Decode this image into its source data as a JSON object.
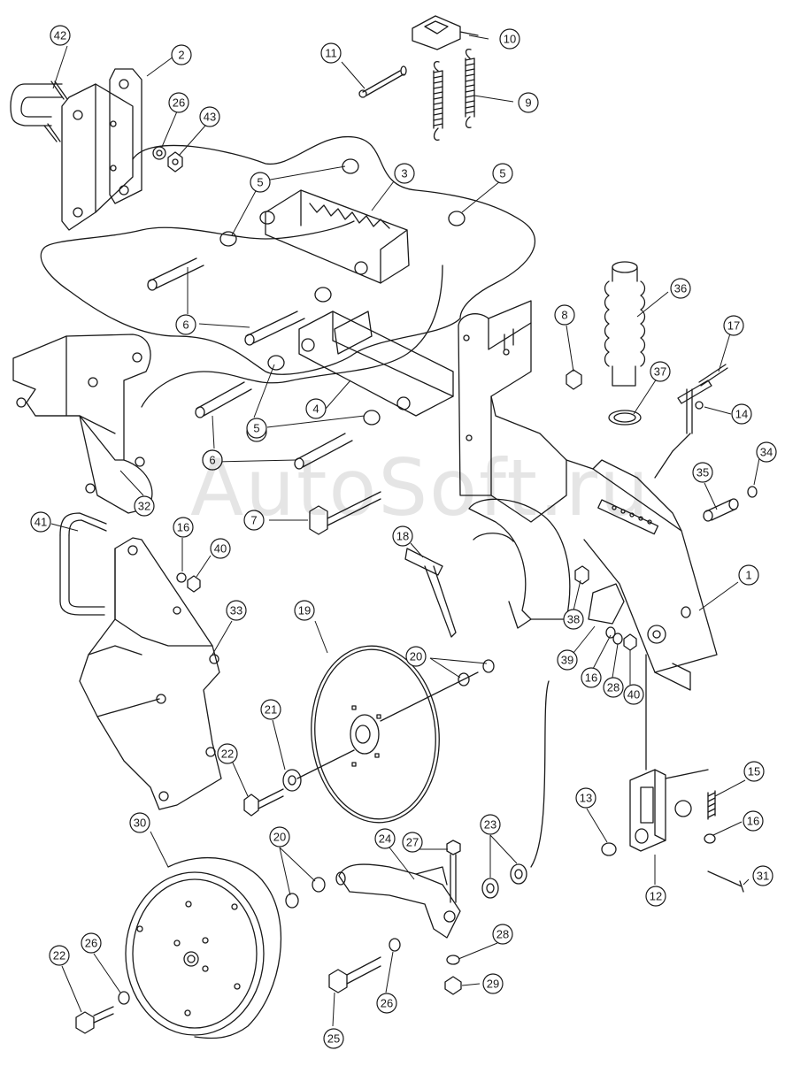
{
  "watermark": "AutoSoft.ru",
  "colors": {
    "line": "#1a1a1a",
    "paper": "#ffffff",
    "watermark": "#000000"
  },
  "callouts": [
    {
      "label": "42"
    },
    {
      "label": "2"
    },
    {
      "label": "26"
    },
    {
      "label": "43"
    },
    {
      "label": "11"
    },
    {
      "label": "10"
    },
    {
      "label": "9"
    },
    {
      "label": "5"
    },
    {
      "label": "3"
    },
    {
      "label": "5"
    },
    {
      "label": "5"
    },
    {
      "label": "6"
    },
    {
      "label": "6"
    },
    {
      "label": "8"
    },
    {
      "label": "36"
    },
    {
      "label": "17"
    },
    {
      "label": "4"
    },
    {
      "label": "37"
    },
    {
      "label": "5"
    },
    {
      "label": "14"
    },
    {
      "label": "6"
    },
    {
      "label": "32"
    },
    {
      "label": "35"
    },
    {
      "label": "34"
    },
    {
      "label": "7"
    },
    {
      "label": "41"
    },
    {
      "label": "16"
    },
    {
      "label": "40"
    },
    {
      "label": "18"
    },
    {
      "label": "1"
    },
    {
      "label": "33"
    },
    {
      "label": "19"
    },
    {
      "label": "38"
    },
    {
      "label": "20"
    },
    {
      "label": "39"
    },
    {
      "label": "16"
    },
    {
      "label": "28"
    },
    {
      "label": "40"
    },
    {
      "label": "21"
    },
    {
      "label": "22"
    },
    {
      "label": "15"
    },
    {
      "label": "13"
    },
    {
      "label": "16"
    },
    {
      "label": "30"
    },
    {
      "label": "20"
    },
    {
      "label": "24"
    },
    {
      "label": "27"
    },
    {
      "label": "23"
    },
    {
      "label": "31"
    },
    {
      "label": "12"
    },
    {
      "label": "22"
    },
    {
      "label": "26"
    },
    {
      "label": "28"
    },
    {
      "label": "29"
    },
    {
      "label": "26"
    },
    {
      "label": "25"
    }
  ]
}
